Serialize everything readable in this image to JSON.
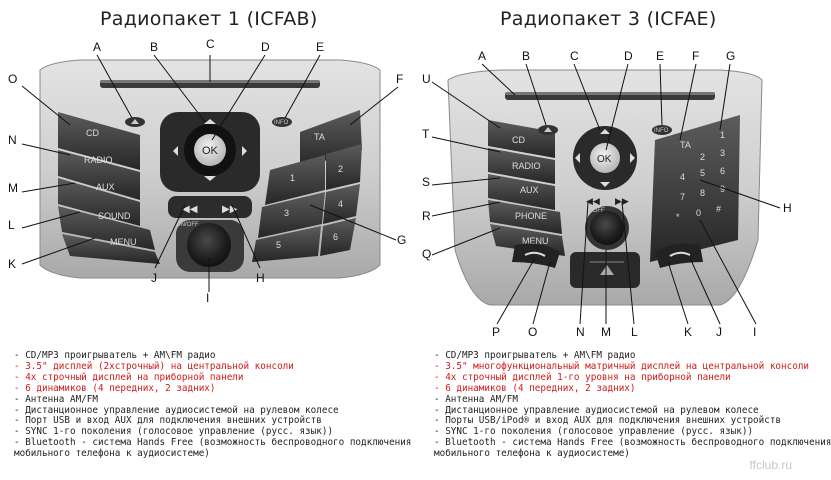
{
  "panel_left": {
    "title": "Радиопакет 1 (ICFAB)",
    "callouts": [
      "A",
      "B",
      "C",
      "D",
      "E",
      "F",
      "O",
      "N",
      "M",
      "L",
      "K",
      "G",
      "J",
      "I",
      "H"
    ],
    "buttons": {
      "cd": "CD",
      "radio": "RADIO",
      "aux": "AUX",
      "sound": "SOUND",
      "menu": "MENU",
      "ok": "OK",
      "info": "INFO",
      "ta": "TA",
      "onoff": "ON/OFF",
      "presets": [
        "1",
        "2",
        "3",
        "4",
        "5",
        "6"
      ]
    },
    "features": [
      {
        "text": "- CD/MP3 проигрыватель  + AM\\FM радио",
        "highlight": false
      },
      {
        "text": "- 3.5\" дисплей (2хстрочный) на центральной консоли",
        "highlight": true
      },
      {
        "text": "- 4х строчный дисплей на приборной панели",
        "highlight": true
      },
      {
        "text": "- 6 динамиков (4 передних, 2 задних)",
        "highlight": true
      },
      {
        "text": "- Антенна АМ/FM",
        "highlight": false
      },
      {
        "text": "- Дистанционное управление аудиосистемой на рулевом колесе",
        "highlight": false
      },
      {
        "text": "- Порт USB и вход AUX для подключения внешних устройств",
        "highlight": false
      },
      {
        "text": "- SYNC 1-го поколения (голосовое управление (русс. язык))",
        "highlight": false
      },
      {
        "text": "- Bluetooth - система Hands Free (возможность беспроводного подключения",
        "highlight": false
      },
      {
        "text": "  мобильного телефона к аудиосистеме)",
        "highlight": false
      }
    ]
  },
  "panel_right": {
    "title": "Радиопакет 3 (ICFAE)",
    "callouts": [
      "A",
      "B",
      "C",
      "D",
      "E",
      "F",
      "G",
      "U",
      "T",
      "S",
      "R",
      "Q",
      "H",
      "P",
      "O",
      "N",
      "M",
      "L",
      "K",
      "J",
      "I"
    ],
    "buttons": {
      "cd": "CD",
      "radio": "RADIO",
      "aux": "AUX",
      "phone": "PHONE",
      "menu": "MENU",
      "ok": "OK",
      "info": "INFO",
      "ta": "TA",
      "onoff": "ON/OFF",
      "keypad": [
        "1",
        "2",
        "3",
        "4",
        "5",
        "6",
        "7",
        "8",
        "9",
        "*",
        "0",
        "#"
      ]
    },
    "features": [
      {
        "text": "- CD/MP3 проигрыватель  + AM\\FM радио",
        "highlight": false
      },
      {
        "text": "- 3.5\" многофункциональный матричный дисплей на центральной консоли",
        "highlight": true
      },
      {
        "text": "- 4х строчный дисплей 1-го уровня на приборной панели",
        "highlight": true
      },
      {
        "text": "- 6 динамиков (4 передних, 2 задних)",
        "highlight": true
      },
      {
        "text": "- Антенна АМ/FM",
        "highlight": false
      },
      {
        "text": "- Дистанционное управление аудиосистемой на рулевом колесе",
        "highlight": false
      },
      {
        "text": "- Порты USB/iPod® и вход AUX для подключения внешних устройств",
        "highlight": false
      },
      {
        "text": "- SYNC 1-го поколения (голосовое управление (русс. язык))",
        "highlight": false
      },
      {
        "text": "- Bluetooth - система Hands Free (возможность беспроводного подключения",
        "highlight": false
      },
      {
        "text": "  мобильного телефона к аудиосистеме)",
        "highlight": false
      }
    ]
  },
  "watermark": "ffclub.ru"
}
